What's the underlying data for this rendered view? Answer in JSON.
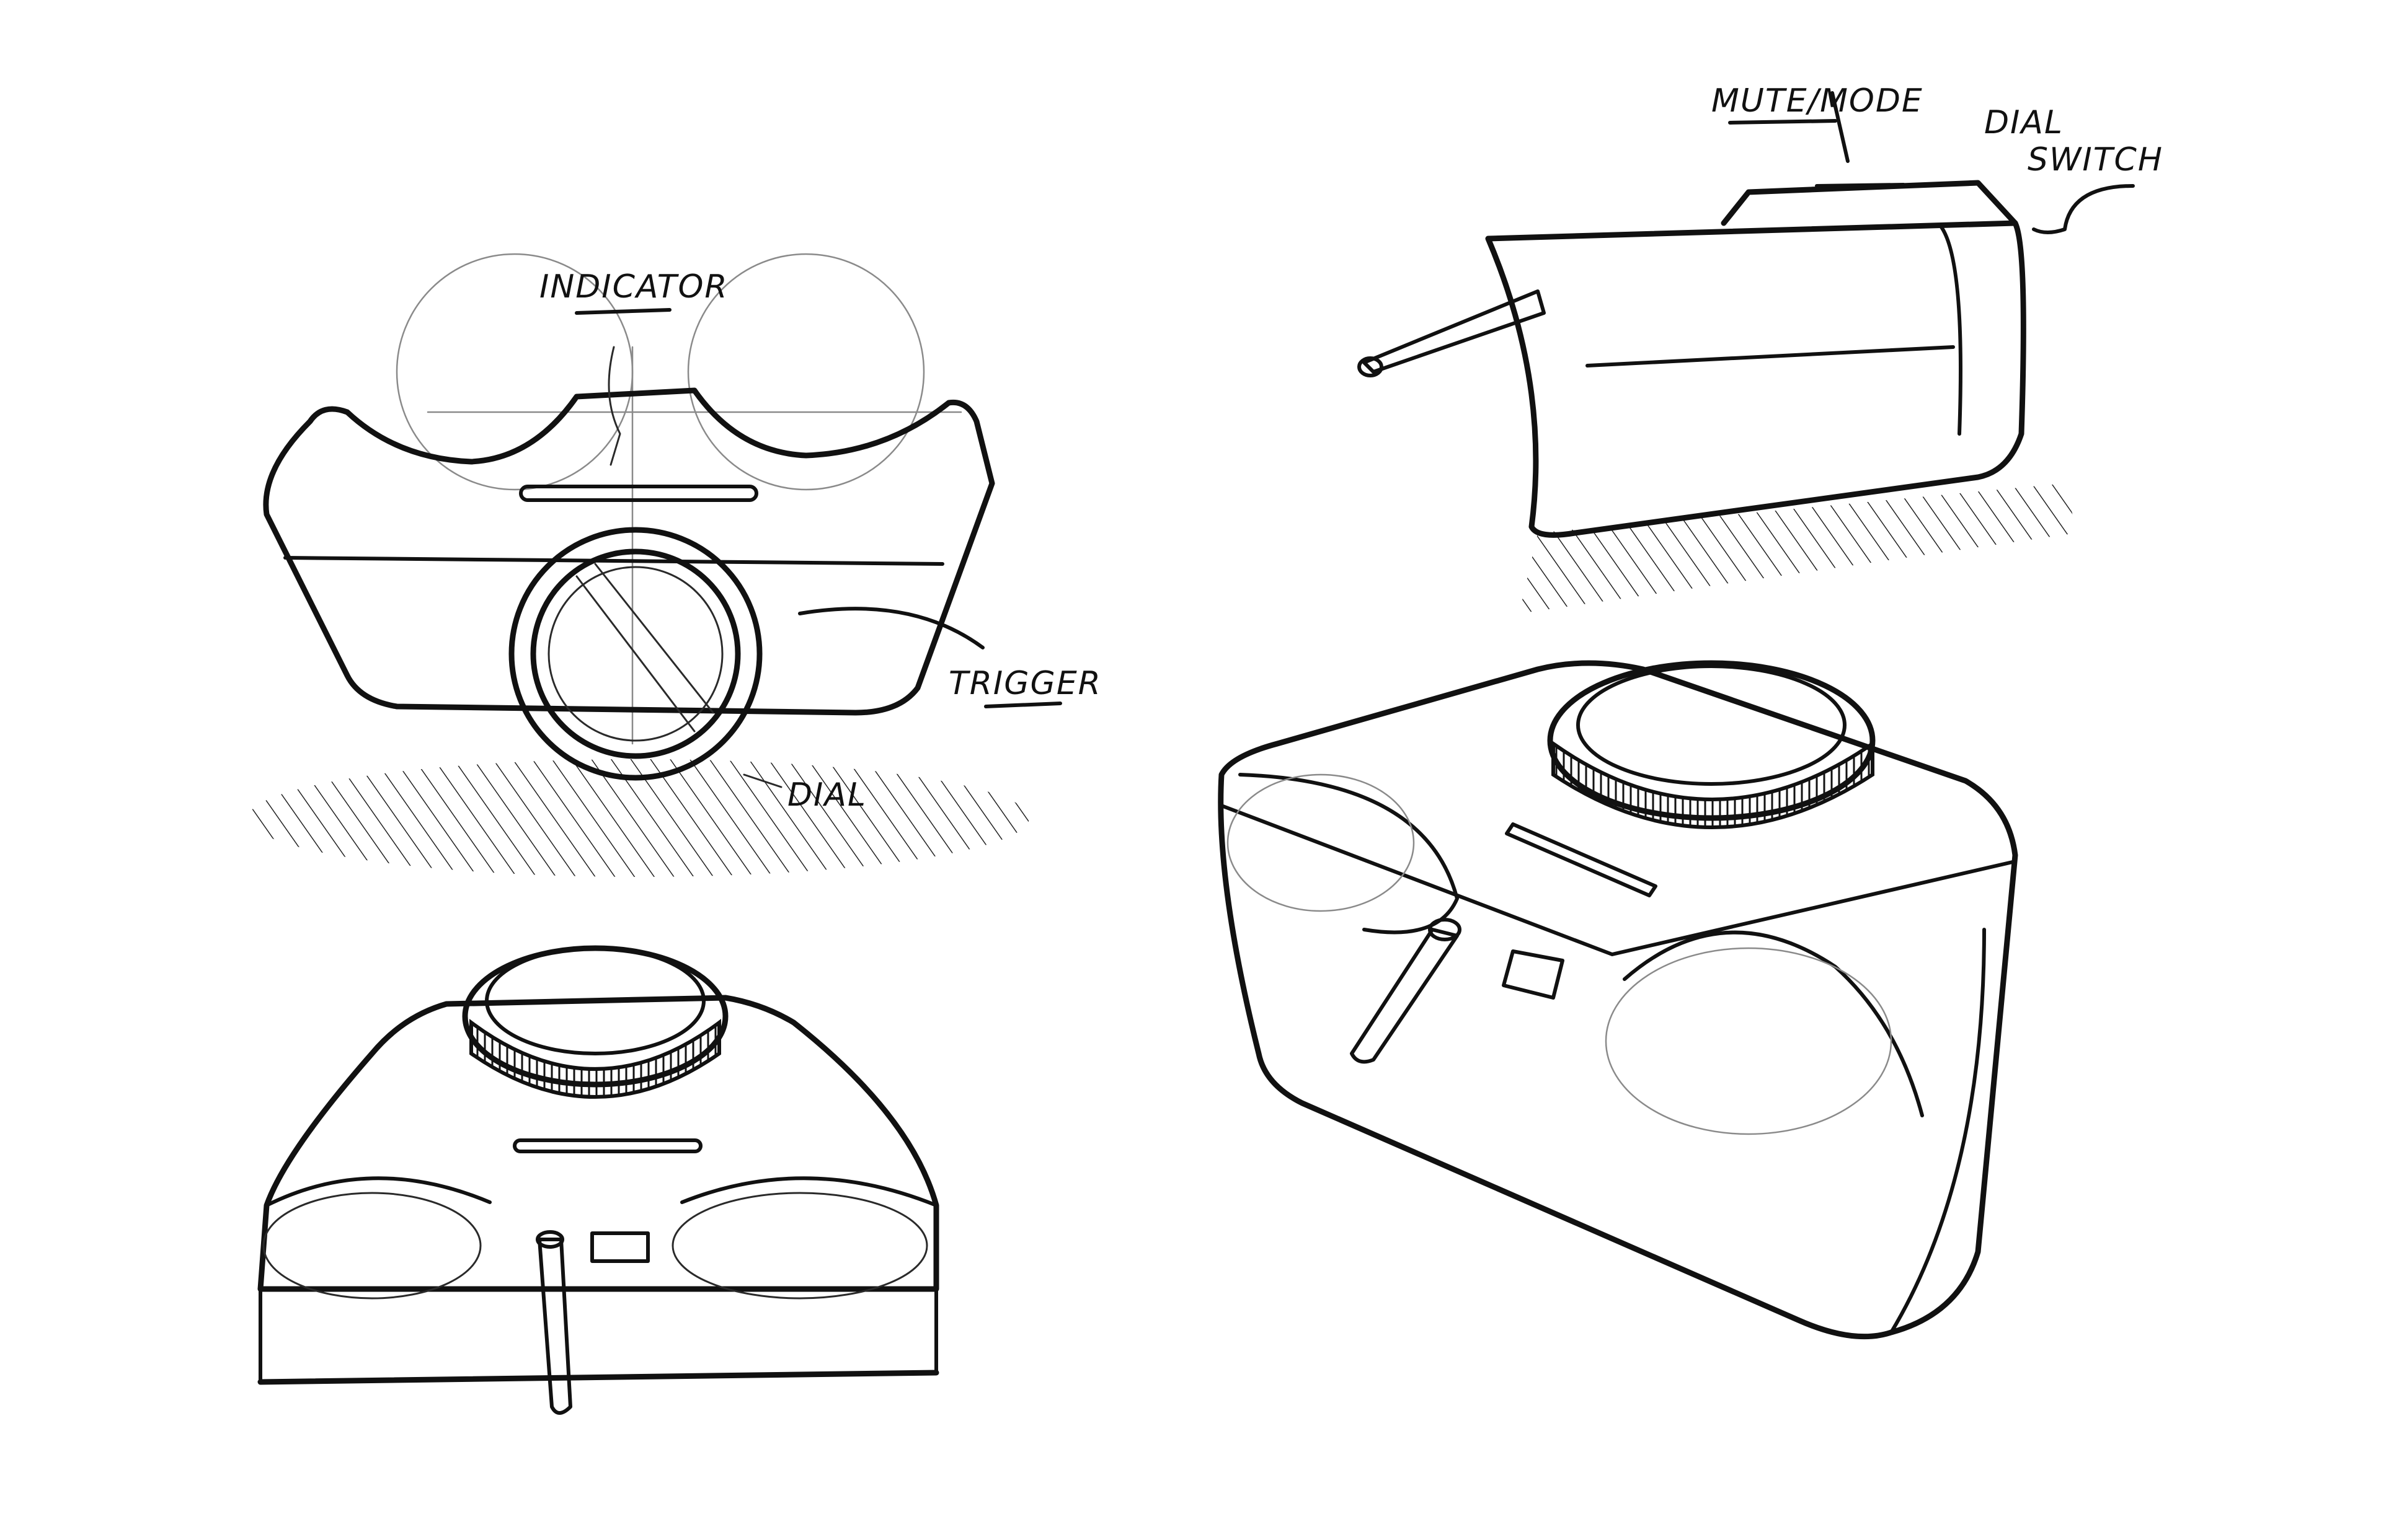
{
  "annotations": {
    "indicator": "INDICATOR",
    "trigger": "TRIGGER",
    "dial": "DIAL",
    "mute_mode": "MUTE/MODE",
    "dial_switch_line1": "DIAL",
    "dial_switch_line2": "SWITCH"
  },
  "colors": {
    "paper": "#ffffff",
    "ink": "#111111"
  }
}
